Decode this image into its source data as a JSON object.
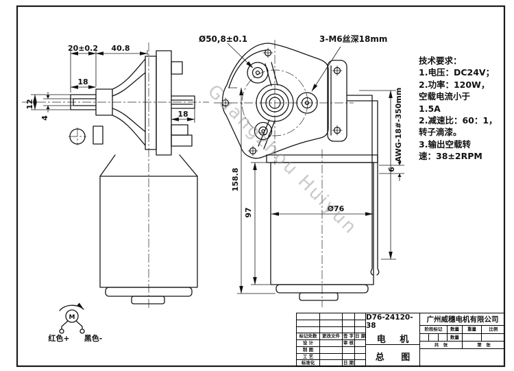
{
  "sheet": {
    "watermark": "Guangzhou Huiyun"
  },
  "tech_requirements": {
    "title": "技术要求：",
    "lines": [
      "1.电压：DC24V；",
      "2.功率：120W，",
      "空载电流小于",
      "1.5A",
      "2.减速比：60：1，",
      "转子滴漆。",
      "3.输出空载转",
      "速：38±2RPM"
    ]
  },
  "dimensions": {
    "shaft_offset": "20±0.2",
    "gearbox_width": "40.8",
    "shaft_len_left": "18",
    "shaft_len_right": "18",
    "shaft_dia": "12",
    "keyway": "4",
    "bolt_circle": "Ø50,8±0.1",
    "mounting_holes": "3-M6丝深18mm",
    "wire_spec": "AWG-18#-350mm",
    "wire_exit": "6",
    "total_height": "158.8",
    "body_height": "97",
    "body_dia": "Ø76"
  },
  "wiring": {
    "motor_symbol": "M",
    "red_lead": "红色+",
    "black_lead": "黑色-"
  },
  "title_block": {
    "part_no": "D76-24120-38",
    "part_name": "电  机",
    "drawing_title": "总  图",
    "company": "广州威穗电机有限公司",
    "rev_row": [
      "标记处数",
      "更改文件",
      "签 字",
      "日 期"
    ],
    "design_label": "设 计",
    "check_label": "审 核",
    "draft_label": "制 图",
    "process_label": "工 艺",
    "standard_label": "标准化",
    "date_label": "日 期",
    "stage_row": [
      "阶段标记",
      "数量",
      "重量",
      "比例"
    ],
    "qty_label": "数量",
    "sheets_total": "共　张",
    "sheet_number": "第　张"
  }
}
